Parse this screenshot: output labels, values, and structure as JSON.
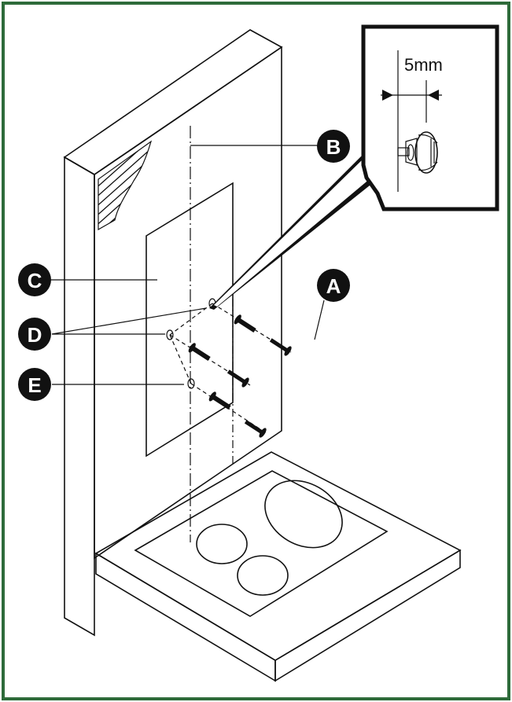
{
  "colors": {
    "frame": "#2e6b3a",
    "ink": "#111111",
    "badge": "#111111",
    "badge_text": "#ffffff",
    "hatch": "#111111"
  },
  "labels": {
    "a": "A",
    "b": "B",
    "c": "C",
    "d": "D",
    "e": "E"
  },
  "inset": {
    "dimension": "5mm"
  }
}
